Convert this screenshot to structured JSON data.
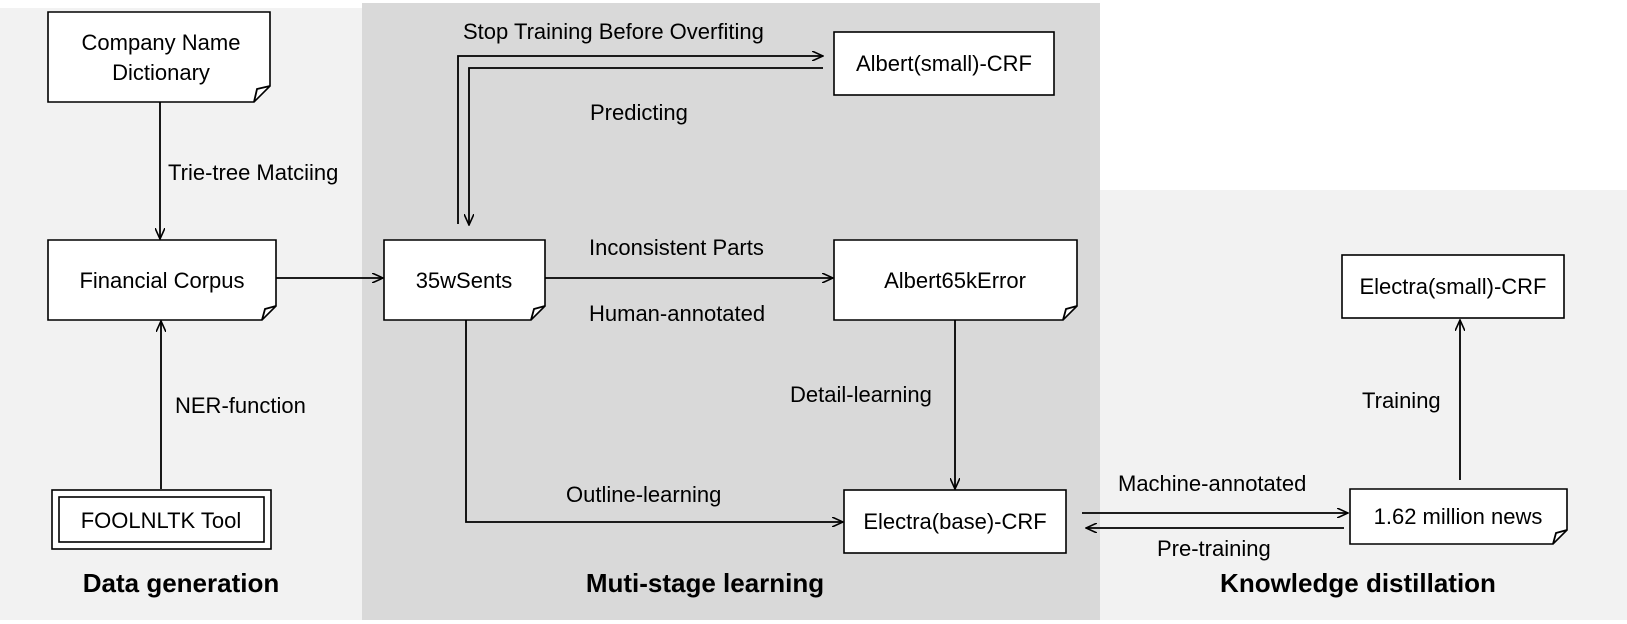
{
  "colors": {
    "panel_left": "#f2f2f2",
    "panel_middle": "#d9d9d9",
    "panel_right": "#f2f2f2",
    "box_fill": "#ffffff",
    "stroke": "#000000"
  },
  "sections": {
    "data_generation": "Data generation",
    "multi_stage": "Muti-stage learning",
    "knowledge_distillation": "Knowledge distillation"
  },
  "nodes": {
    "company_dict_line1": "Company Name",
    "company_dict_line2": "Dictionary",
    "financial_corpus": "Financial Corpus",
    "foolnltk": "FOOLNLTK Tool",
    "sents": "35wSents",
    "albert_small": "Albert(small)-CRF",
    "albert_error": "Albert65kError",
    "electra_base": "Electra(base)-CRF",
    "news": "1.62 million news",
    "electra_small": "Electra(small)-CRF"
  },
  "edges": {
    "trie_tree": "Trie-tree Matciing",
    "ner_function": "NER-function",
    "stop_training": "Stop Training Before Overfiting",
    "predicting": "Predicting",
    "inconsistent": "Inconsistent Parts",
    "human_annotated": "Human-annotated",
    "detail_learning": "Detail-learning",
    "outline_learning": "Outline-learning",
    "machine_annotated": "Machine-annotated",
    "pre_training": "Pre-training",
    "training": "Training"
  }
}
